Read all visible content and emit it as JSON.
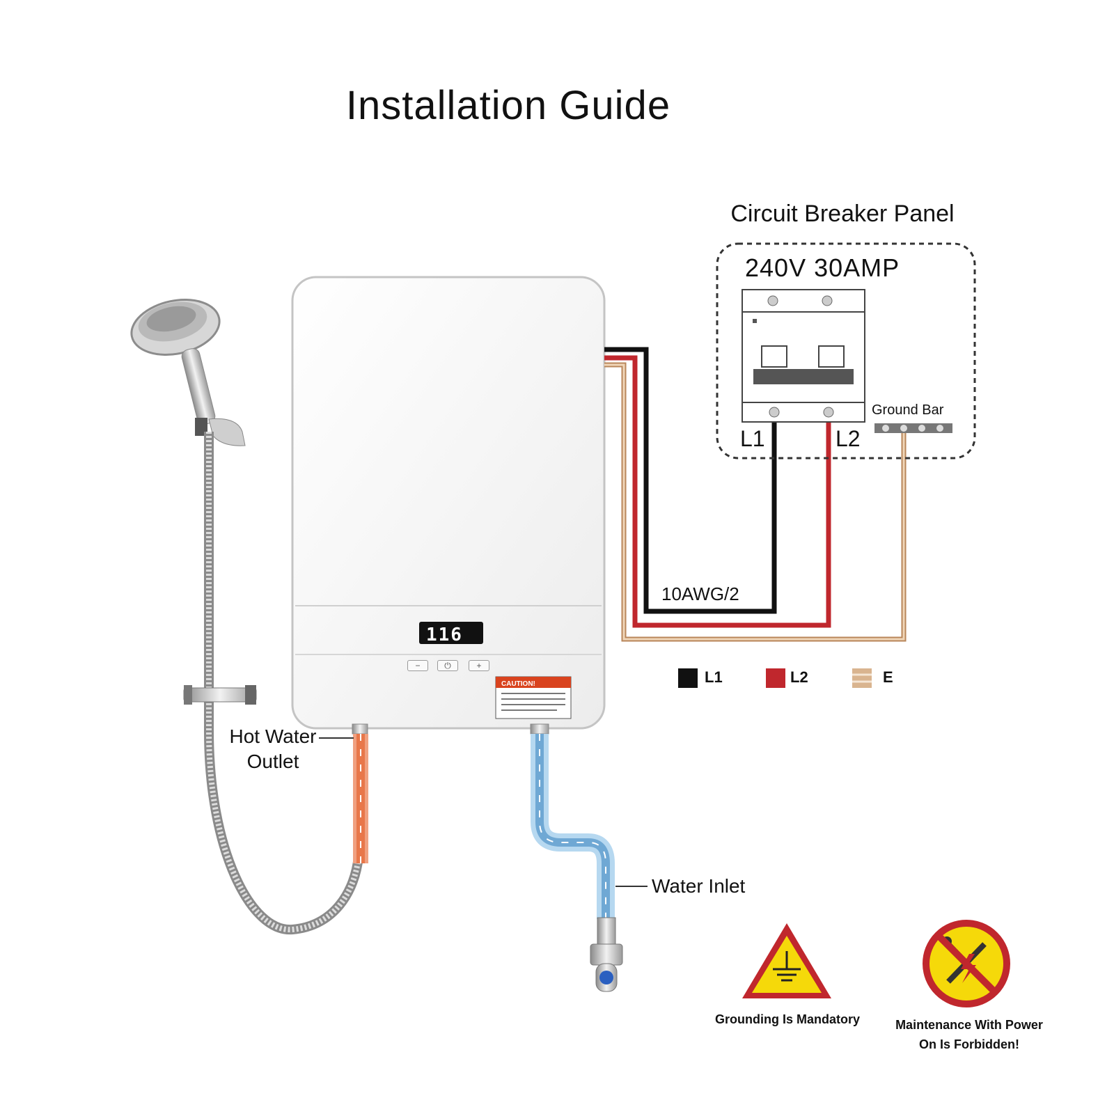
{
  "title": "Installation Guide",
  "panel": {
    "title": "Circuit Breaker Panel",
    "rating": "240V 30AMP",
    "l1": "L1",
    "l2": "L2",
    "ground_bar": "Ground Bar"
  },
  "wire": {
    "gauge": "10AWG/2"
  },
  "legend": [
    {
      "label": "L1",
      "color": "#111111"
    },
    {
      "label": "L2",
      "color": "#c0272d"
    },
    {
      "label": "E",
      "color": "#d9b48f"
    }
  ],
  "heater": {
    "display": "116",
    "buttons": [
      "−",
      "⏻",
      "+"
    ],
    "caution": "CAUTION!"
  },
  "labels": {
    "hot_water_outlet": "Hot Water Outlet",
    "water_inlet": "Water Inlet"
  },
  "warnings": {
    "grounding": "Grounding Is Mandatory",
    "maintenance": "Maintenance With Power On Is Forbidden!"
  },
  "colors": {
    "hot_pipe": "#e8774a",
    "cold_pipe": "#8fc3e8",
    "warning_yellow": "#f5d90a",
    "prohibit_red": "#c0272d"
  }
}
